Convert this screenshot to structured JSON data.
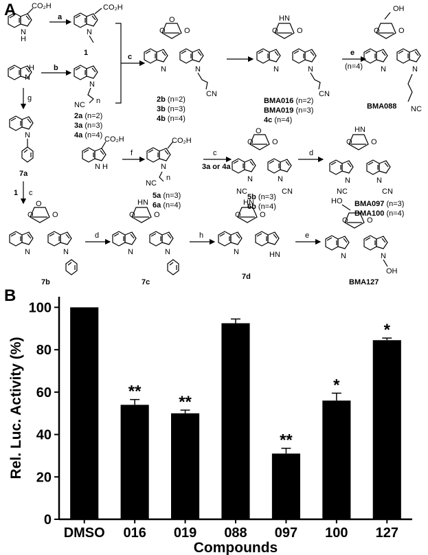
{
  "panels": {
    "a": "A",
    "b": "B"
  },
  "scheme": {
    "compounds": [
      {
        "id": "c1",
        "name": "1"
      },
      {
        "id": "c2a",
        "name": "2a",
        "extra": "(n=2)"
      },
      {
        "id": "c3a",
        "name": "3a",
        "extra": "(n=3)"
      },
      {
        "id": "c4a",
        "name": "4a",
        "extra": "(n=4)"
      },
      {
        "id": "c2b",
        "name": "2b",
        "extra": "(n=2)"
      },
      {
        "id": "c3b",
        "name": "3b",
        "extra": "(n=3)"
      },
      {
        "id": "c4b",
        "name": "4b",
        "extra": "(n=4)"
      },
      {
        "id": "bma016",
        "name": "BMA016",
        "extra": "(n=2)"
      },
      {
        "id": "bma019",
        "name": "BMA019",
        "extra": "(n=3)"
      },
      {
        "id": "c4c",
        "name": "4c",
        "extra": "(n=4)"
      },
      {
        "id": "bma088",
        "name": "BMA088"
      },
      {
        "id": "c7a",
        "name": "7a"
      },
      {
        "id": "c5a",
        "name": "5a",
        "extra": "(n=3)"
      },
      {
        "id": "c6a",
        "name": "6a",
        "extra": "(n=4)"
      },
      {
        "id": "c5b",
        "name": "5b",
        "extra": "(n=3)"
      },
      {
        "id": "c6b",
        "name": "6b",
        "extra": "(n=4)"
      },
      {
        "id": "bma097",
        "name": "BMA097",
        "extra": "(n=3)"
      },
      {
        "id": "bma100",
        "name": "BMA100",
        "extra": "(n=4)"
      },
      {
        "id": "c7b",
        "name": "7b"
      },
      {
        "id": "c7c",
        "name": "7c"
      },
      {
        "id": "c7d",
        "name": "7d"
      },
      {
        "id": "bma127",
        "name": "BMA127"
      }
    ],
    "arrows": [
      {
        "id": "a",
        "label": "a"
      },
      {
        "id": "b",
        "label": "b"
      },
      {
        "id": "g",
        "label": "g"
      },
      {
        "id": "c_top",
        "label": "c"
      },
      {
        "id": "e_top",
        "label": "e",
        "cond": "(n=4)"
      },
      {
        "id": "f",
        "label": "f"
      },
      {
        "id": "c_mid",
        "label": "c",
        "cond": "3a or 4a"
      },
      {
        "id": "d_mid",
        "label": "d"
      },
      {
        "id": "one_c",
        "label": "c",
        "reagent": "1"
      },
      {
        "id": "d_bot",
        "label": "d"
      },
      {
        "id": "h",
        "label": "h"
      },
      {
        "id": "e_bot",
        "label": "e"
      }
    ],
    "atoms": {
      "co2h": "CO₂H",
      "nh": "N\nH",
      "n": "N",
      "o": "O",
      "oh": "OH",
      "hn": "HN",
      "ho": "HO",
      "nc": "NC",
      "cn": "CN",
      "h": "H",
      "subn": "n"
    }
  },
  "chart_data": {
    "type": "bar",
    "categories": [
      "DMSO",
      "016",
      "019",
      "088",
      "097",
      "100",
      "127"
    ],
    "values": [
      100,
      54,
      50,
      92.5,
      31,
      56,
      84.5
    ],
    "errors": [
      0,
      2.5,
      1.5,
      2,
      2.5,
      3.5,
      1
    ],
    "significance": [
      "",
      "**",
      "**",
      "",
      "**",
      "*",
      "*"
    ],
    "xlabel": "Compounds",
    "ylabel": "Rel. Luc. Activity (%)",
    "ylim": [
      0,
      105
    ],
    "yticks": [
      0,
      20,
      40,
      60,
      80,
      100
    ],
    "bar_color": "#000000",
    "grid": false,
    "legend": "none"
  }
}
